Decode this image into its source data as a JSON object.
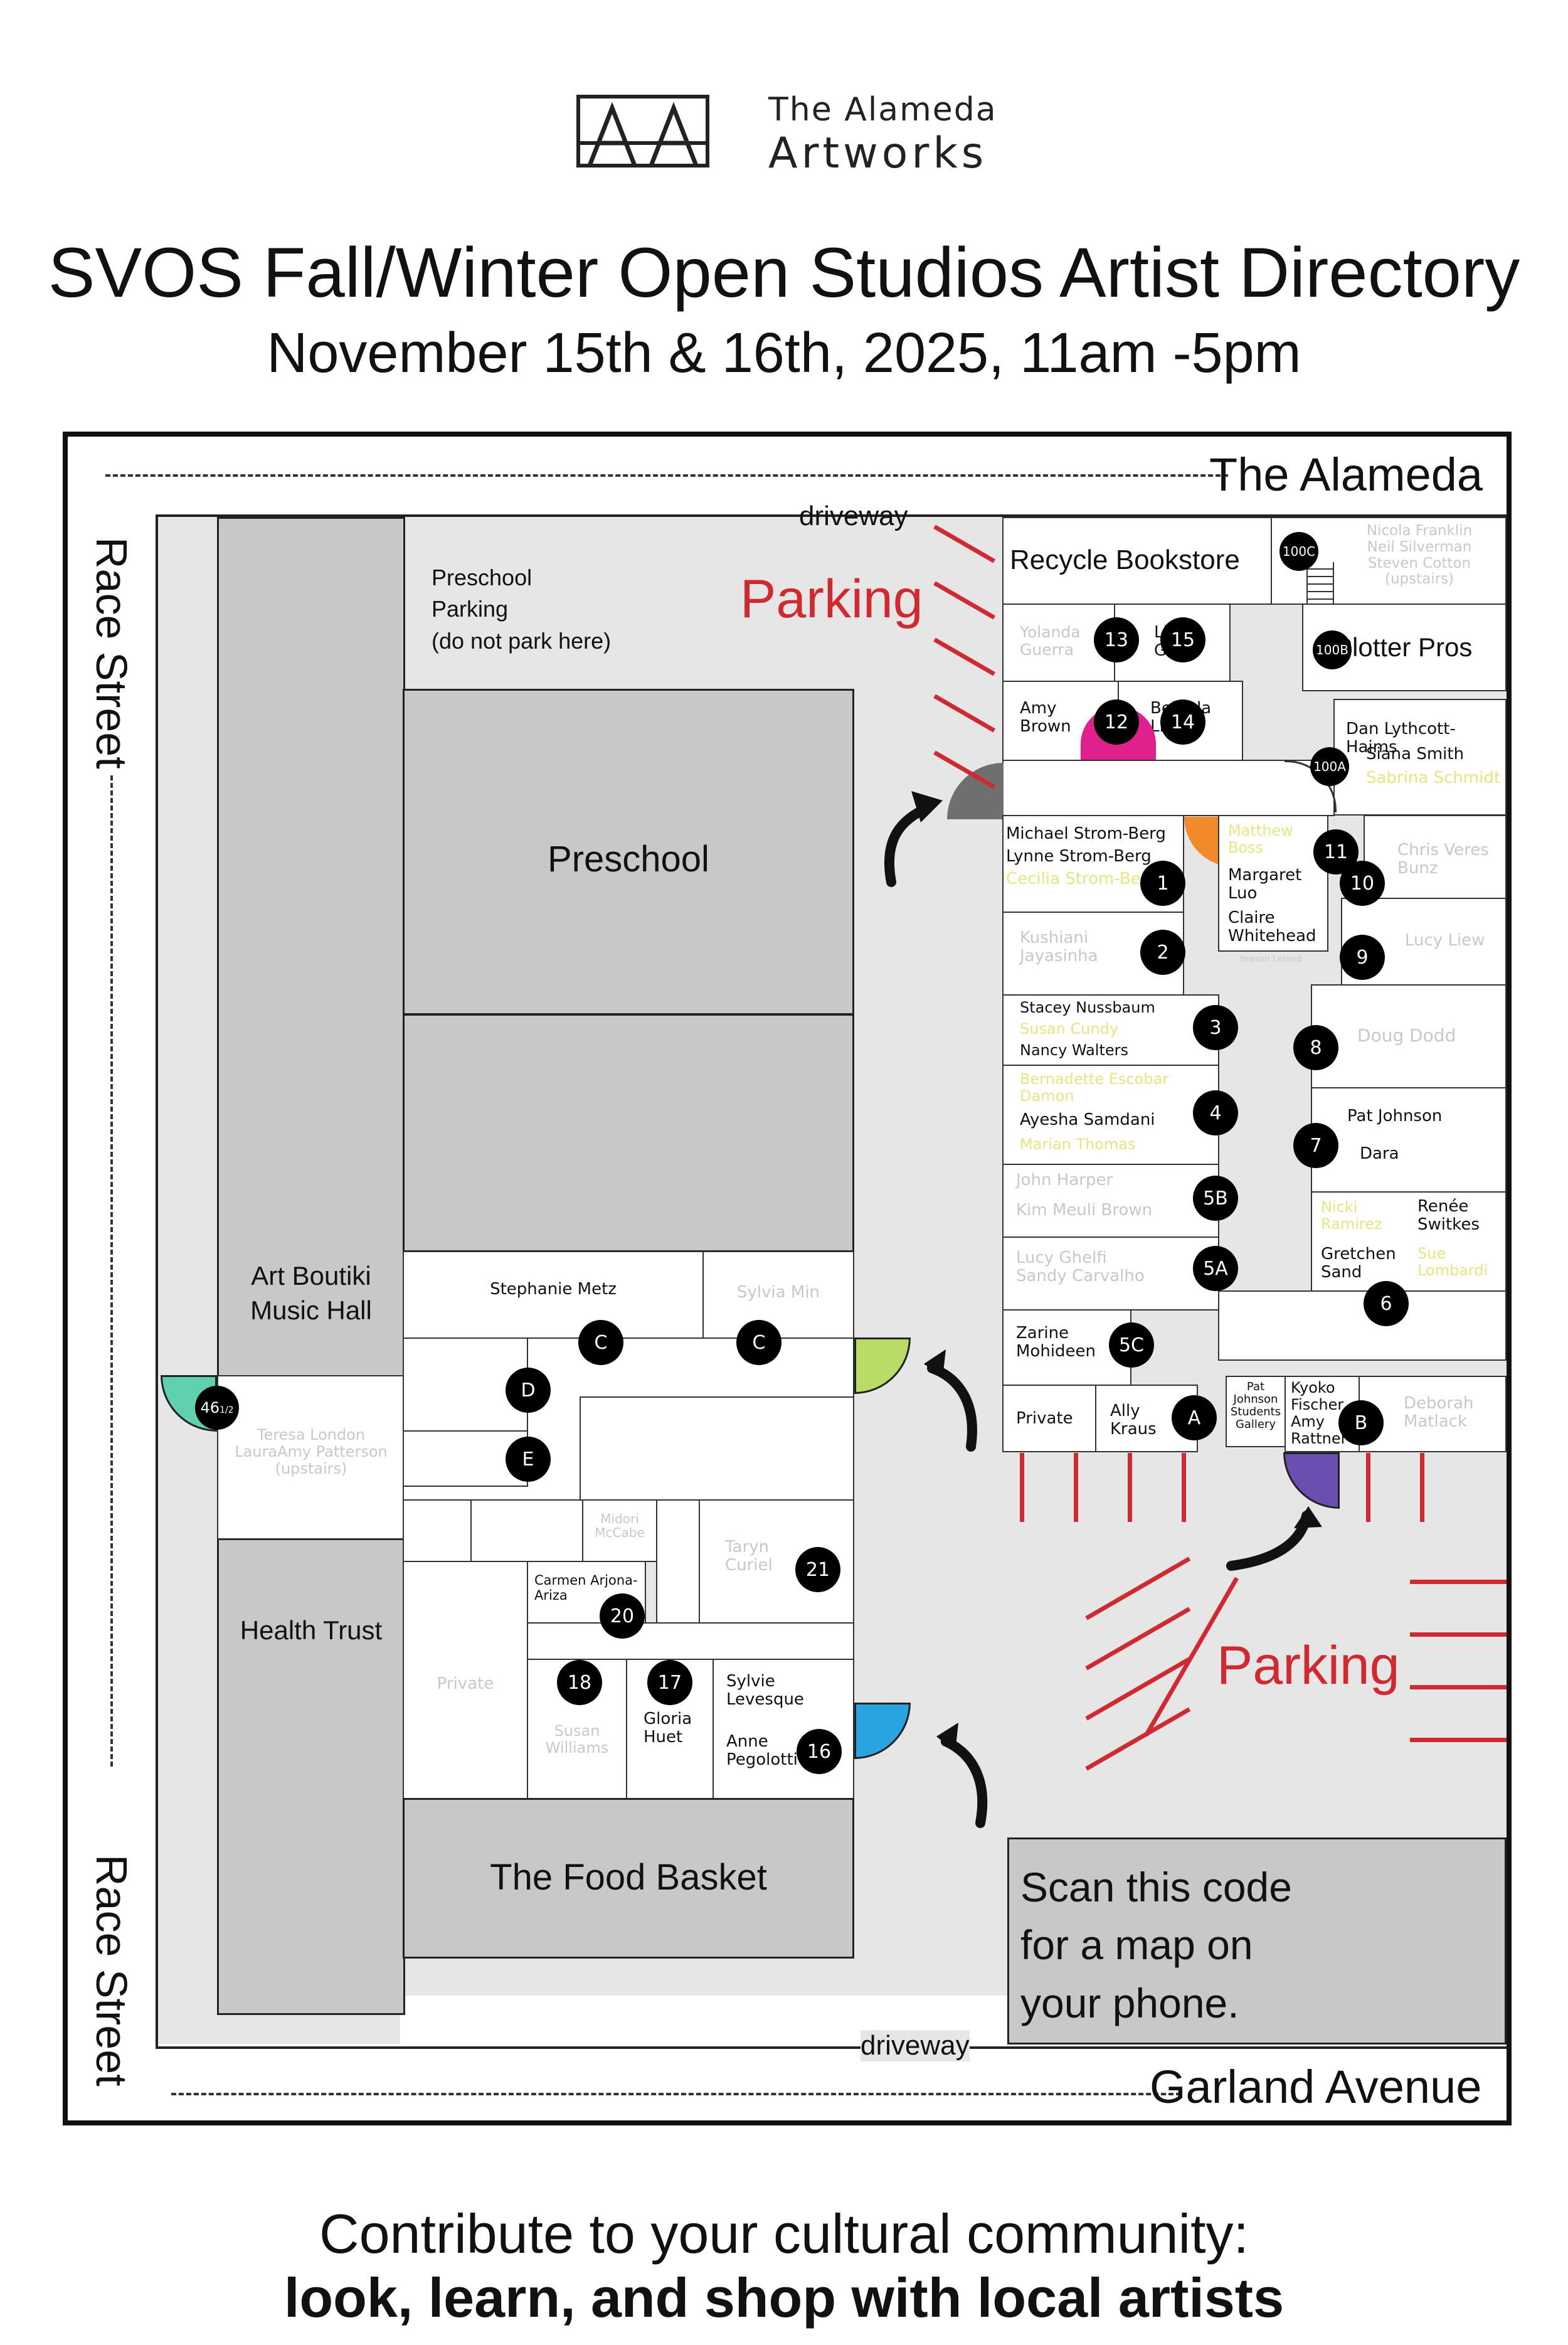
{
  "header": {
    "logo_mark": "AA",
    "org_name_line1": "The Alameda",
    "org_name_line2": "Artworks",
    "title": "SVOS Fall/Winter Open Studios Artist Directory",
    "subtitle": "November 15th & 16th, 2025, 11am -5pm"
  },
  "streets": {
    "top": "The Alameda",
    "bottom": "Garland Avenue",
    "left_upper": "Race Street",
    "left_lower": "Race Street",
    "driveway_top": "driveway",
    "driveway_bottom": "driveway"
  },
  "areas": {
    "preschool_parking": "Preschool\nParking\n(do not park here)",
    "parking_top": "Parking",
    "parking_bottom": "Parking",
    "preschool": "Preschool",
    "art_boutiki": "Art Boutiki\nMusic Hall",
    "health_trust": "Health Trust",
    "food_basket": "The Food Basket",
    "recycle_bookstore": "Recycle Bookstore",
    "plotter_pros": "Plotter Pros",
    "private_left": "Private",
    "private_right": "Private",
    "scan_code": "Scan this code\nfor a map on\nyour phone."
  },
  "studios": {
    "s100c": "Nicola Franklin\nNeil Silverman\nSteven Cotton\n(upstairs)",
    "s13": "Yolanda\nGuerra",
    "s15": "Linda\nGass",
    "s12": "Amy\nBrown",
    "s14": "Belinda\nLima",
    "s100a_1": "Dan Lythcott-Haims",
    "s100a_2": "Siana Smith",
    "s100a_3": "Sabrina Schmidt",
    "s1_1": "Michael Strom-Berg",
    "s1_2": "Lynne Strom-Berg",
    "s1_3": "Cecilia Strom-Berg",
    "s11_1": "Matthew\nBoss",
    "s11_2": "Margaret\nLuo",
    "s11_3": "Claire\nWhitehead",
    "s11_4": "Yeason Leland",
    "s10": "Chris Veres\nBunz",
    "s2": "Kushiani\nJayasinha",
    "s9": "Lucy Liew",
    "s3_1": "Stacey Nussbaum",
    "s3_2": "Susan Cundy",
    "s3_3": "Nancy Walters",
    "s8": "Doug Dodd",
    "s4_1": "Bernadette Escobar\nDamon",
    "s4_2": "Ayesha Samdani",
    "s4_3": "Marian Thomas",
    "s7_1": "Pat Johnson",
    "s7_2": "Dara",
    "s5b_1": "John Harper",
    "s5b_2": "Kim Meuli Brown",
    "s5a": "Lucy Ghelfi\nSandy Carvalho",
    "s6_1": "Nicki\nRamirez",
    "s6_2": "Renée\nSwitkes",
    "s6_3": "Gretchen\nSand",
    "s6_4": "Sue\nLombardi",
    "s5c": "Zarine\nMohideen",
    "sA": "Ally\nKraus",
    "s_pj": "Pat\nJohnson\nStudents\nGallery",
    "sB": "Kyoko\nFischer\nAmy\nRattner",
    "sDM": "Deborah\nMatlack",
    "sC1": "Stephanie Metz",
    "sC2": "Sylvia Min",
    "s46": "Teresa London\nLauraAmy Patterson\n(upstairs)",
    "sMM": "Midori\nMcCabe",
    "s21": "Taryn\nCuriel",
    "s20": "Carmen Arjona-\nAriza",
    "s18": "Susan\nWilliams",
    "s17": "Gloria\nHuet",
    "s16_1": "Sylvie\nLevesque",
    "s16_2": "Anne\nPegolotti"
  },
  "badges": {
    "b100c": "100C",
    "b100b": "100B",
    "b100a": "100A",
    "b13": "13",
    "b15": "15",
    "b12": "12",
    "b14": "14",
    "b1": "1",
    "b2": "2",
    "b3": "3",
    "b4": "4",
    "b5b": "5B",
    "b5a": "5A",
    "b5c": "5C",
    "b6": "6",
    "b7": "7",
    "b8": "8",
    "b9": "9",
    "b10": "10",
    "b11": "11",
    "bA": "A",
    "bB": "B",
    "bC1": "C",
    "bC2": "C",
    "bD": "D",
    "bE": "E",
    "b46": "46",
    "b46frac": "1/2",
    "b16": "16",
    "b17": "17",
    "b18": "18",
    "b20": "20",
    "b21": "21"
  },
  "footer": {
    "line1": "Contribute to your cultural community:",
    "line2": "look, learn, and shop with local artists"
  },
  "colors": {
    "studio_yellow": "#f3f35a",
    "building_gray": "#c8c8c8",
    "parking_red": "#d02a30",
    "entrance_gray": "#6f6f6f",
    "entrance_green": "#b8dc66",
    "entrance_blue": "#2aa4e0",
    "entrance_purple": "#6b4fb0",
    "entrance_teal": "#5fd1b0",
    "door_orange": "#f08a2a",
    "door_pink": "#e0208c"
  }
}
